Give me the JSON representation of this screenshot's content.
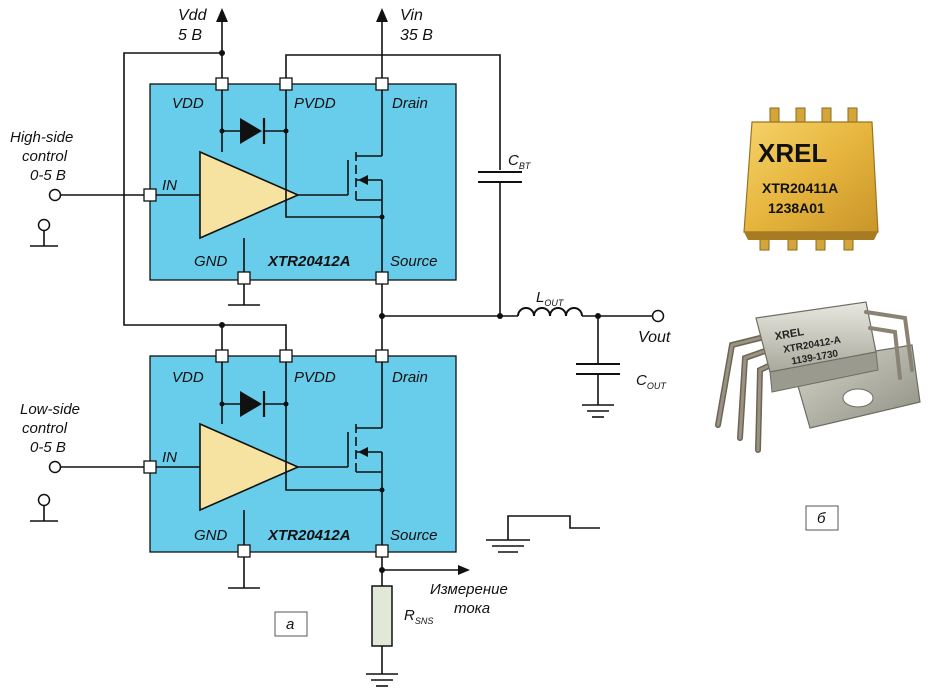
{
  "supply": {
    "vdd_name": "Vdd",
    "vdd_value": "5 В",
    "vin_name": "Vin",
    "vin_value": "35 В"
  },
  "high_side": {
    "control_lines": [
      "High-side",
      "control",
      "0-5 В"
    ],
    "pins": {
      "vdd": "VDD",
      "pvdd": "PVDD",
      "drain": "Drain",
      "in": "IN",
      "gnd": "GND",
      "source": "Source"
    },
    "part": "XTR20412A"
  },
  "low_side": {
    "control_lines": [
      "Low-side",
      "control",
      "0-5 В"
    ],
    "pins": {
      "vdd": "VDD",
      "pvdd": "PVDD",
      "drain": "Drain",
      "in": "IN",
      "gnd": "GND",
      "source": "Source"
    },
    "part": "XTR20412A"
  },
  "components": {
    "cbt_main": "C",
    "cbt_sub": "BT",
    "lout_main": "L",
    "lout_sub": "OUT",
    "cout_main": "C",
    "cout_sub": "OUT",
    "rsns_main": "R",
    "rsns_sub": "SNS",
    "vout": "Vout"
  },
  "current_sense_lines": [
    "Измерение",
    "тока"
  ],
  "panel_labels": {
    "a": "а",
    "b": "б"
  },
  "packages": {
    "chip1_logo": "XREL",
    "chip1_lines": [
      "XTR20411A",
      "1238A01"
    ],
    "chip2_logo": "XREL",
    "chip2_lines": [
      "XTR20412-A",
      "1139-1730"
    ]
  }
}
